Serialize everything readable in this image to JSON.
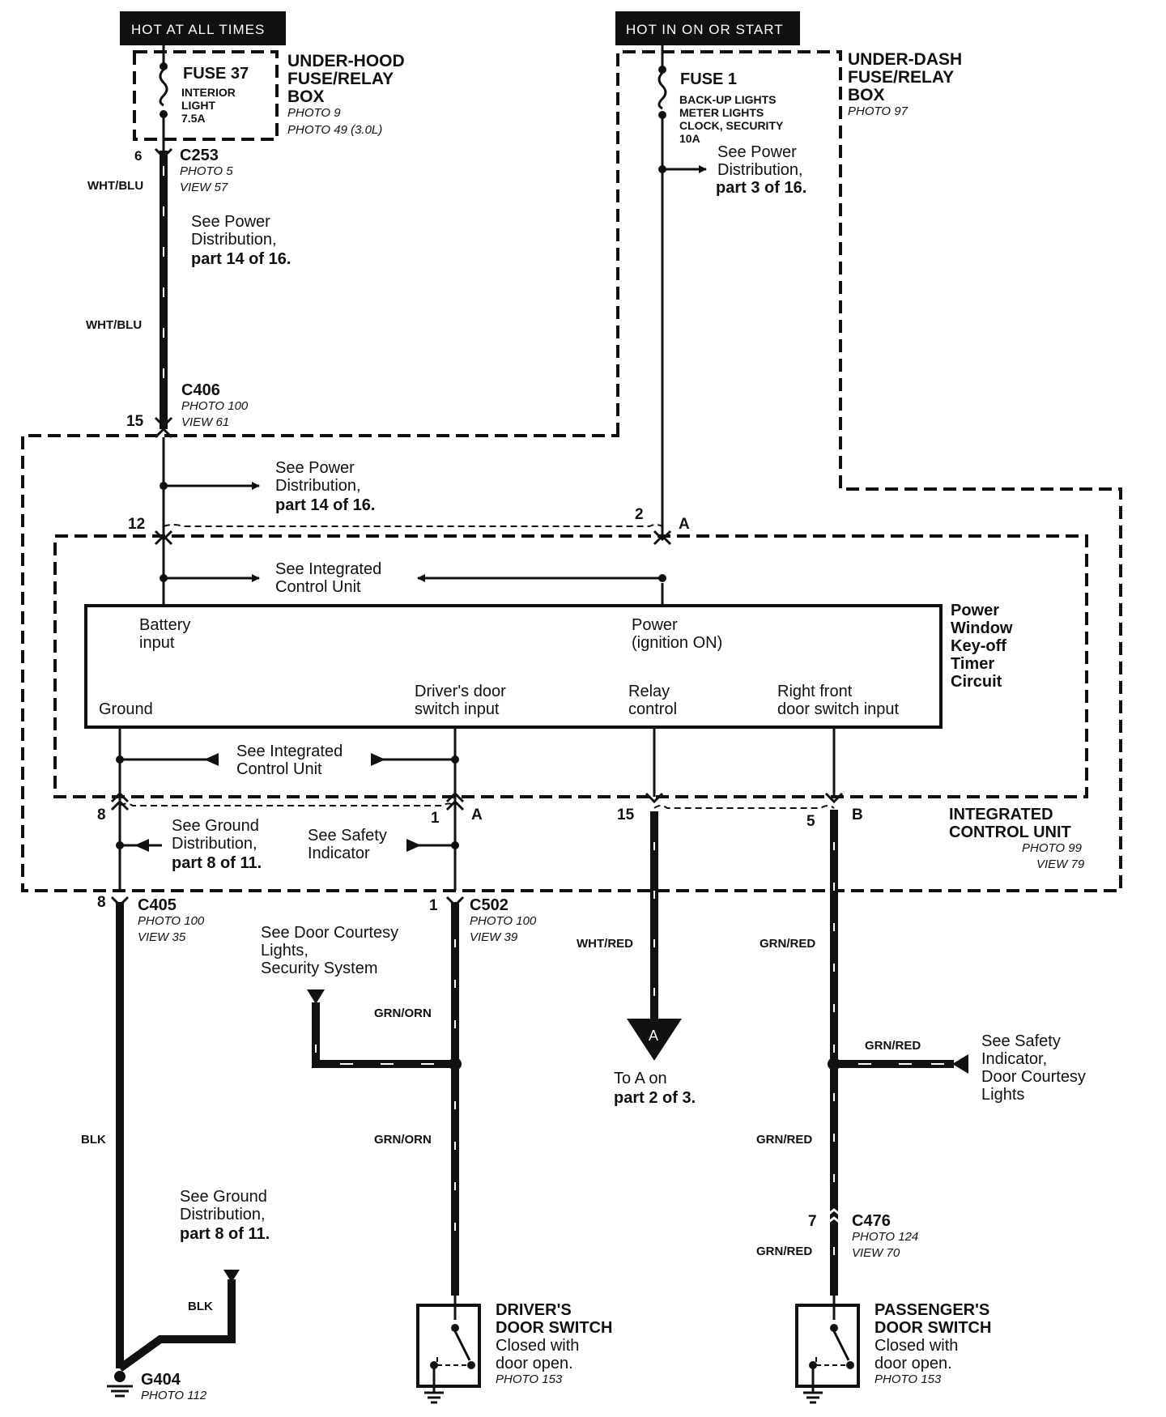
{
  "headers": {
    "hot_always": "HOT AT ALL TIMES",
    "hot_run": "HOT IN ON OR START"
  },
  "underhood": {
    "fuse_title": "FUSE 37",
    "fuse_desc": [
      "INTERIOR",
      "LIGHT",
      "7.5A"
    ],
    "box_name": [
      "UNDER-HOOD",
      "FUSE/RELAY",
      "BOX"
    ],
    "photos": [
      "PHOTO 9",
      "PHOTO 49 (3.0L)"
    ]
  },
  "underdash": {
    "fuse_title": "FUSE 1",
    "fuse_desc": [
      "BACK-UP LIGHTS",
      "METER LIGHTS",
      "CLOCK, SECURITY",
      "10A"
    ],
    "box_name": [
      "UNDER-DASH",
      "FUSE/RELAY",
      "BOX"
    ],
    "photo": "PHOTO 97"
  },
  "connectors": {
    "c253": {
      "name": "C253",
      "pin": "6",
      "photo": "PHOTO 5",
      "view": "VIEW 57"
    },
    "c406": {
      "name": "C406",
      "pin": "15",
      "photo": "PHOTO 100",
      "view": "VIEW 61"
    },
    "c405": {
      "name": "C405",
      "pin": "8",
      "photo": "PHOTO 100",
      "view": "VIEW 35"
    },
    "c502": {
      "name": "C502",
      "pin": "1",
      "photo": "PHOTO 100",
      "view": "VIEW 39"
    },
    "c476": {
      "name": "C476",
      "pin": "7",
      "photo": "PHOTO 124",
      "view": "VIEW 70"
    },
    "g404": {
      "name": "G404",
      "photo": "PHOTO 112"
    }
  },
  "pins": {
    "p12": "12",
    "p2": "2",
    "pA_top": "A",
    "p8": "8",
    "p1": "1",
    "pA_bot": "A",
    "p15": "15",
    "p5": "5",
    "pB": "B"
  },
  "wires": {
    "wht_blu_1": "WHT/BLU",
    "wht_blu_2": "WHT/BLU",
    "wht_red": "WHT/RED",
    "grn_red_1": "GRN/RED",
    "grn_red_2": "GRN/RED",
    "grn_red_3": "GRN/RED",
    "grn_red_4": "GRN/RED",
    "grn_orn_1": "GRN/ORN",
    "grn_orn_2": "GRN/ORN",
    "blk_1": "BLK",
    "blk_2": "BLK"
  },
  "refs": {
    "power_dist_14_a": [
      "See Power",
      "Distribution,",
      "part 14 of 16."
    ],
    "power_dist_3": [
      "See Power",
      "Distribution,",
      "part 3 of 16."
    ],
    "power_dist_14_b": [
      "See Power",
      "Distribution,",
      "part 14 of 16."
    ],
    "icu_top": [
      "See Integrated",
      "Control Unit"
    ],
    "icu_bottom": [
      "See Integrated",
      "Control Unit"
    ],
    "ground_dist_a": [
      "See Ground",
      "Distribution,",
      "part 8 of 11."
    ],
    "safety_ind": [
      "See Safety",
      "Indicator"
    ],
    "door_courtesy": [
      "See Door Courtesy",
      "Lights,",
      "Security System"
    ],
    "safety_courtesy": [
      "See Safety",
      "Indicator,",
      "Door Courtesy",
      "Lights"
    ],
    "ground_dist_b": [
      "See Ground",
      "Distribution,",
      "part 8 of 11."
    ],
    "to_a": [
      "To A on",
      "part 2 of 3."
    ]
  },
  "icu_box": {
    "battery": [
      "Battery",
      "input"
    ],
    "power": [
      "Power",
      "(ignition ON)"
    ],
    "ground": "Ground",
    "driver_sw": [
      "Driver's door",
      "switch input"
    ],
    "relay": [
      "Relay",
      "control"
    ],
    "rf_sw": [
      "Right front",
      "door switch input"
    ],
    "circuit_name": [
      "Power",
      "Window",
      "Key-off",
      "Timer",
      "Circuit"
    ],
    "icu_name": [
      "INTEGRATED",
      "CONTROL UNIT"
    ],
    "icu_photo": "PHOTO 99",
    "icu_view": "VIEW 79"
  },
  "arrow_letter": "A",
  "switches": {
    "driver": {
      "name": [
        "DRIVER'S",
        "DOOR SWITCH"
      ],
      "desc": [
        "Closed with",
        "door open."
      ],
      "photo": "PHOTO 153"
    },
    "passenger": {
      "name": [
        "PASSENGER'S",
        "DOOR SWITCH"
      ],
      "desc": [
        "Closed with",
        "door open."
      ],
      "photo": "PHOTO 153"
    }
  }
}
